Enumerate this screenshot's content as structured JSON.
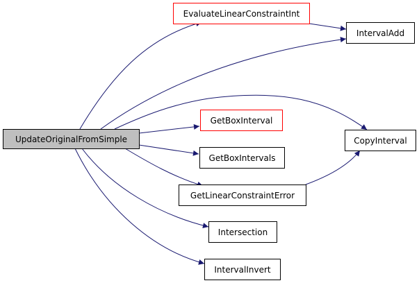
{
  "colors": {
    "edge": "#191970",
    "border_default": "#000000",
    "border_highlight": "#ff0000",
    "fill_root": "#bfbfbf",
    "fill_default": "#ffffff"
  },
  "nodes": [
    {
      "id": "update",
      "label": "UpdateOriginalFromSimple",
      "style": "root"
    },
    {
      "id": "evaluate",
      "label": "EvaluateLinearConstraintInt",
      "style": "highlight"
    },
    {
      "id": "intervaladd",
      "label": "IntervalAdd",
      "style": "default"
    },
    {
      "id": "getboxinterval",
      "label": "GetBoxInterval",
      "style": "highlight"
    },
    {
      "id": "getboxintervals",
      "label": "GetBoxIntervals",
      "style": "default"
    },
    {
      "id": "getlinear",
      "label": "GetLinearConstraintError",
      "style": "default"
    },
    {
      "id": "copyinterval",
      "label": "CopyInterval",
      "style": "default"
    },
    {
      "id": "intersection",
      "label": "Intersection",
      "style": "default"
    },
    {
      "id": "intervalinvert",
      "label": "IntervalInvert",
      "style": "default"
    }
  ],
  "edges": [
    {
      "from": "update",
      "to": "evaluate"
    },
    {
      "from": "update",
      "to": "intervaladd"
    },
    {
      "from": "update",
      "to": "copyinterval"
    },
    {
      "from": "update",
      "to": "getboxinterval"
    },
    {
      "from": "update",
      "to": "getboxintervals"
    },
    {
      "from": "update",
      "to": "getlinear"
    },
    {
      "from": "update",
      "to": "intersection"
    },
    {
      "from": "update",
      "to": "intervalinvert"
    },
    {
      "from": "evaluate",
      "to": "intervaladd"
    },
    {
      "from": "getlinear",
      "to": "copyinterval"
    }
  ]
}
